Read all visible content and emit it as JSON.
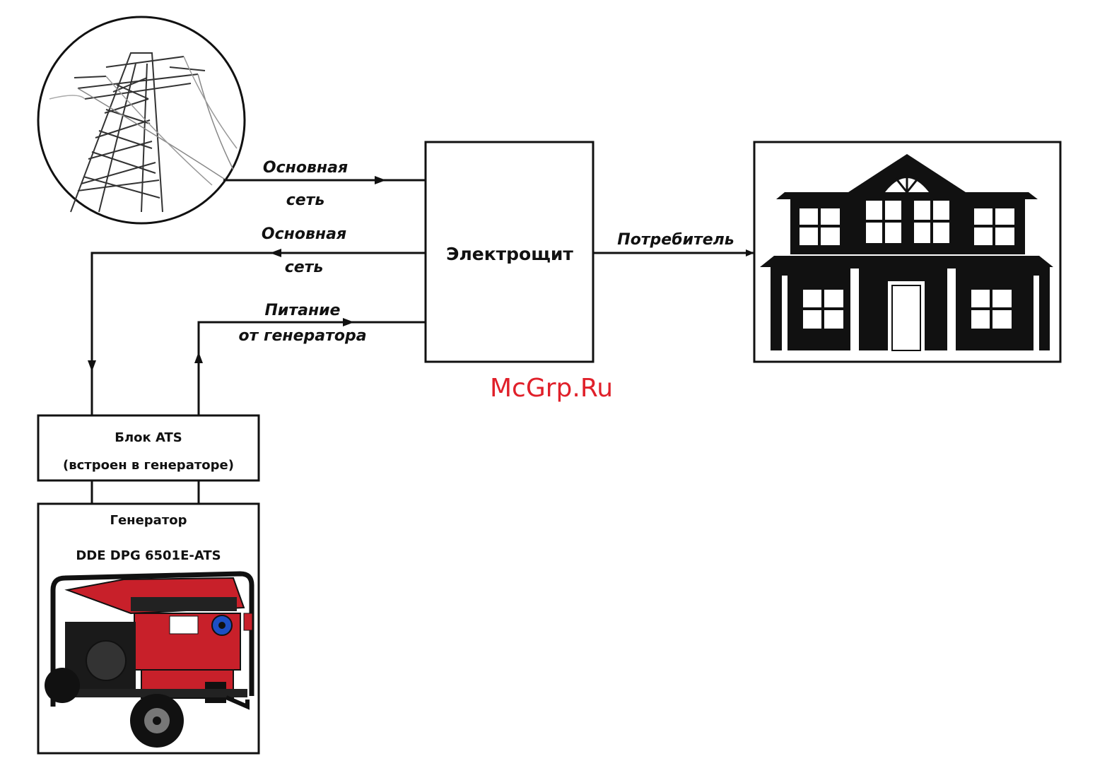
{
  "arrows": {
    "grid_to_panel": {
      "line1": "Основная",
      "line2": "сеть"
    },
    "panel_to_ats": {
      "line1": "Основная",
      "line2": "сеть"
    },
    "generator_to_panel": {
      "line1": "Питание",
      "line2": "от генератора"
    },
    "panel_to_consumer": {
      "label": "Потребитель"
    }
  },
  "panel": {
    "label": "Электрощит"
  },
  "ats": {
    "line1": "Блок ATS",
    "line2": "(встроен в генераторе)"
  },
  "generator": {
    "line1": "Генератор",
    "line2": "DDE DPG 6501E-ATS"
  },
  "watermark": "McGrp.Ru",
  "icons": [
    "power-tower-icon",
    "house-icon",
    "generator-icon"
  ],
  "colors": {
    "line": "#111111",
    "watermark": "#e0202a",
    "generator_body": "#c8202a"
  }
}
